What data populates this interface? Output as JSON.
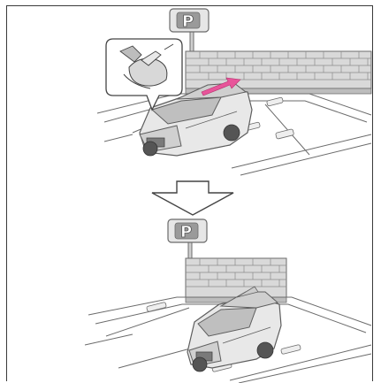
{
  "figure": {
    "panels": [
      {
        "id": "before",
        "sign_letter": "P",
        "callout_icon": "foot-on-brake-pedal-icon",
        "highlight_arrow_color": "#e8559a"
      },
      {
        "id": "after",
        "sign_letter": "P"
      }
    ],
    "transition_icon": "down-arrow-icon",
    "colors": {
      "line": "#6b6b6b",
      "fill_light": "#eeeeee",
      "fill_mid": "#d4d4d4",
      "brick": "#c9c9c9",
      "accent": "#e8559a"
    }
  }
}
